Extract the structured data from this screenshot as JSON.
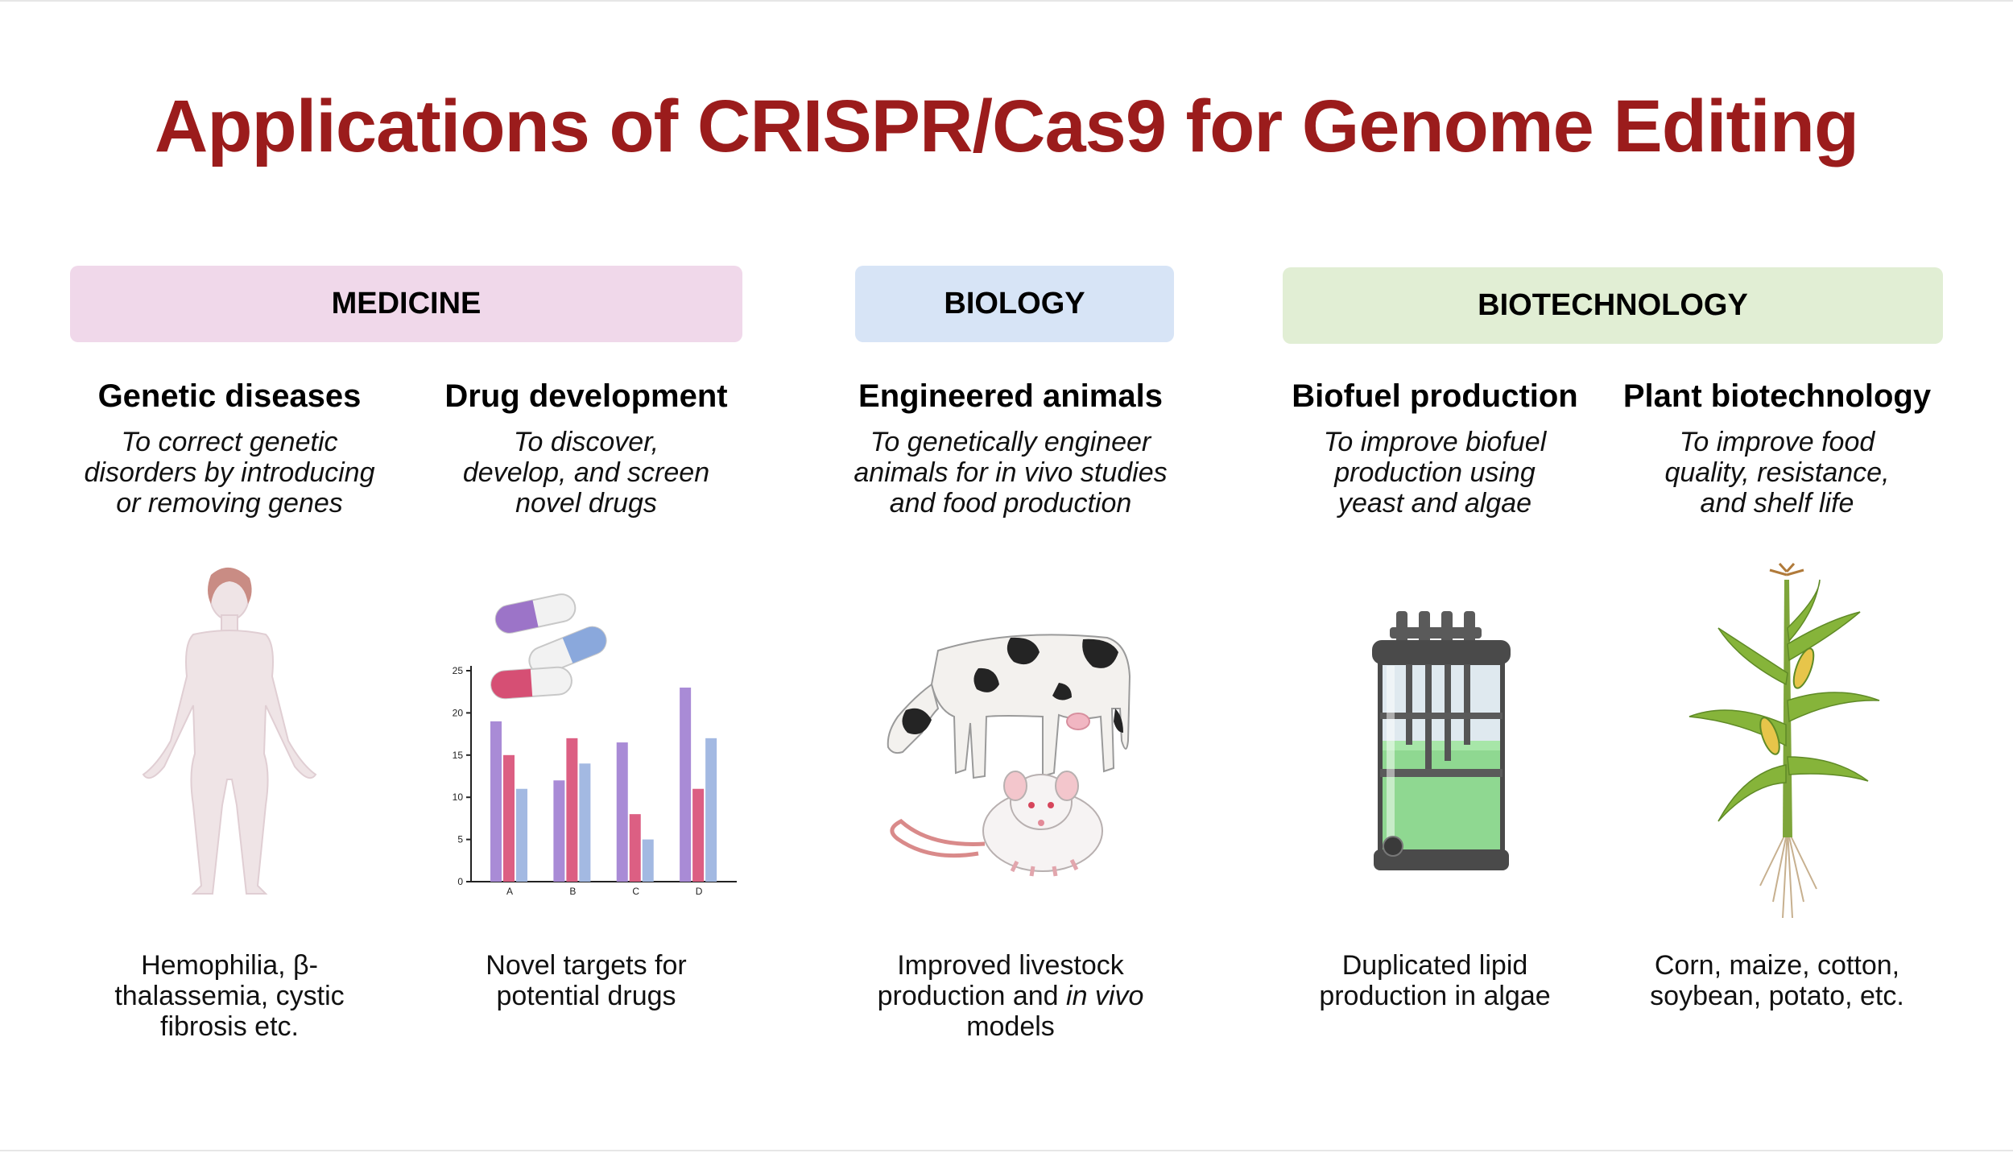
{
  "title": "Applications of CRISPR/Cas9 for Genome Editing",
  "colors": {
    "title": "#9b1c1c",
    "medicine": "#f0d8ea",
    "biology": "#d7e4f6",
    "biotechnology": "#e1eed4",
    "bar_purple": "#a98bd6",
    "bar_pink": "#dc5f83",
    "bar_blue": "#a3b9e2"
  },
  "categories": {
    "medicine": "MEDICINE",
    "biology": "BIOLOGY",
    "biotechnology": "BIOTECHNOLOGY"
  },
  "columns": [
    {
      "title": "Genetic diseases",
      "desc": [
        "To correct genetic",
        "disorders by introducing",
        "or removing genes"
      ],
      "note": [
        "Hemophilia, β-",
        "thalassemia, cystic",
        "fibrosis etc."
      ],
      "icon": "human-body-icon"
    },
    {
      "title": "Drug development",
      "desc": [
        "To discover,",
        "develop, and screen",
        "novel drugs"
      ],
      "note": [
        "Novel targets for",
        "potential drugs"
      ],
      "icon": "pills-and-bar-chart-icon"
    },
    {
      "title": "Engineered animals",
      "desc": [
        "To genetically engineer",
        "animals for in vivo studies",
        "and food production"
      ],
      "note": [
        "Improved livestock",
        "production and",
        "in vivo",
        "models"
      ],
      "icon": "cow-and-rat-icon"
    },
    {
      "title": "Biofuel production",
      "desc": [
        "To improve biofuel",
        "production using",
        "yeast and algae"
      ],
      "note": [
        "Duplicated lipid",
        "production in algae"
      ],
      "icon": "bioreactor-icon"
    },
    {
      "title": "Plant biotechnology",
      "desc": [
        "To improve food",
        "quality, resistance,",
        "and shelf life"
      ],
      "note": [
        "Corn, maize, cotton,",
        "soybean, potato, etc."
      ],
      "icon": "corn-plant-icon"
    }
  ],
  "chart_data": {
    "type": "bar",
    "categories": [
      "A",
      "B",
      "C",
      "D"
    ],
    "series": [
      {
        "values": [
          19,
          12,
          16.5,
          23
        ]
      },
      {
        "values": [
          15,
          17,
          8,
          11
        ]
      },
      {
        "values": [
          11,
          14,
          5,
          17
        ]
      }
    ],
    "yticks": [
      "0",
      "5",
      "10",
      "15",
      "20",
      "25"
    ],
    "ylim": [
      0,
      25
    ]
  }
}
